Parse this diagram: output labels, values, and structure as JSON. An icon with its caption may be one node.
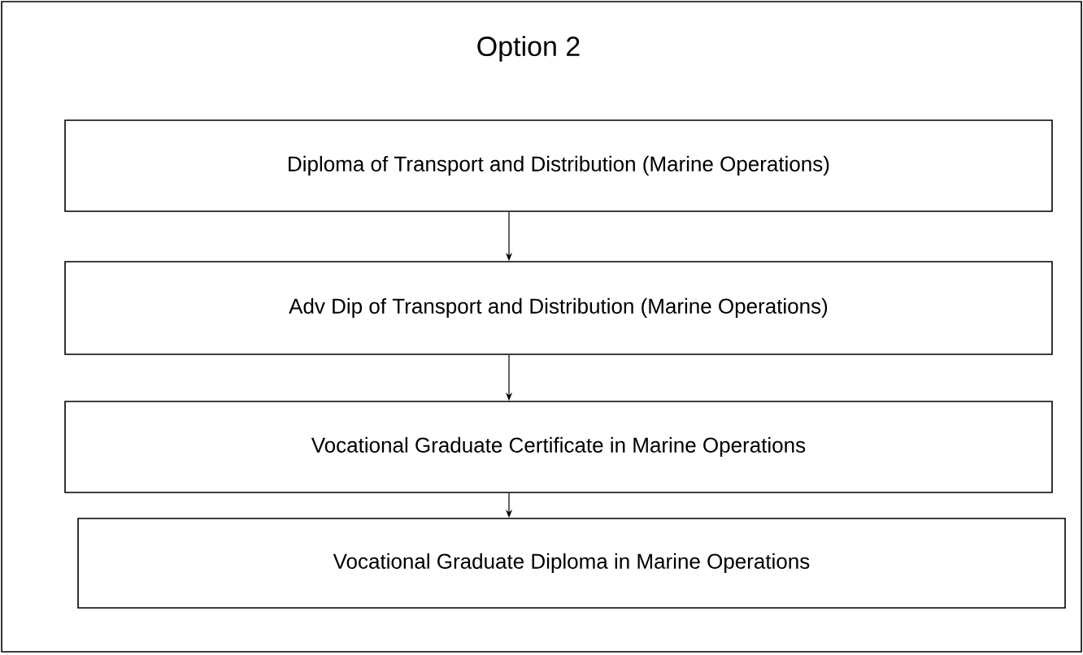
{
  "diagram": {
    "title": "Option 2",
    "nodes": [
      {
        "text": [
          "Diploma of Transport and Distribution (Marine Operations)"
        ]
      },
      {
        "text": [
          "Adv Dip of Transport and Distribution (Marine Operations)"
        ]
      },
      {
        "text": [
          "Vocational Graduate Certificate in Marine Operations"
        ]
      },
      {
        "text": [
          "Vocational Graduate Diploma in Marine Operations"
        ]
      }
    ],
    "edges": [
      {
        "from": 0,
        "to": 1,
        "arrow": "to"
      },
      {
        "from": 1,
        "to": 2,
        "arrow": "to"
      },
      {
        "from": 2,
        "to": 3,
        "arrow": "to"
      }
    ]
  }
}
